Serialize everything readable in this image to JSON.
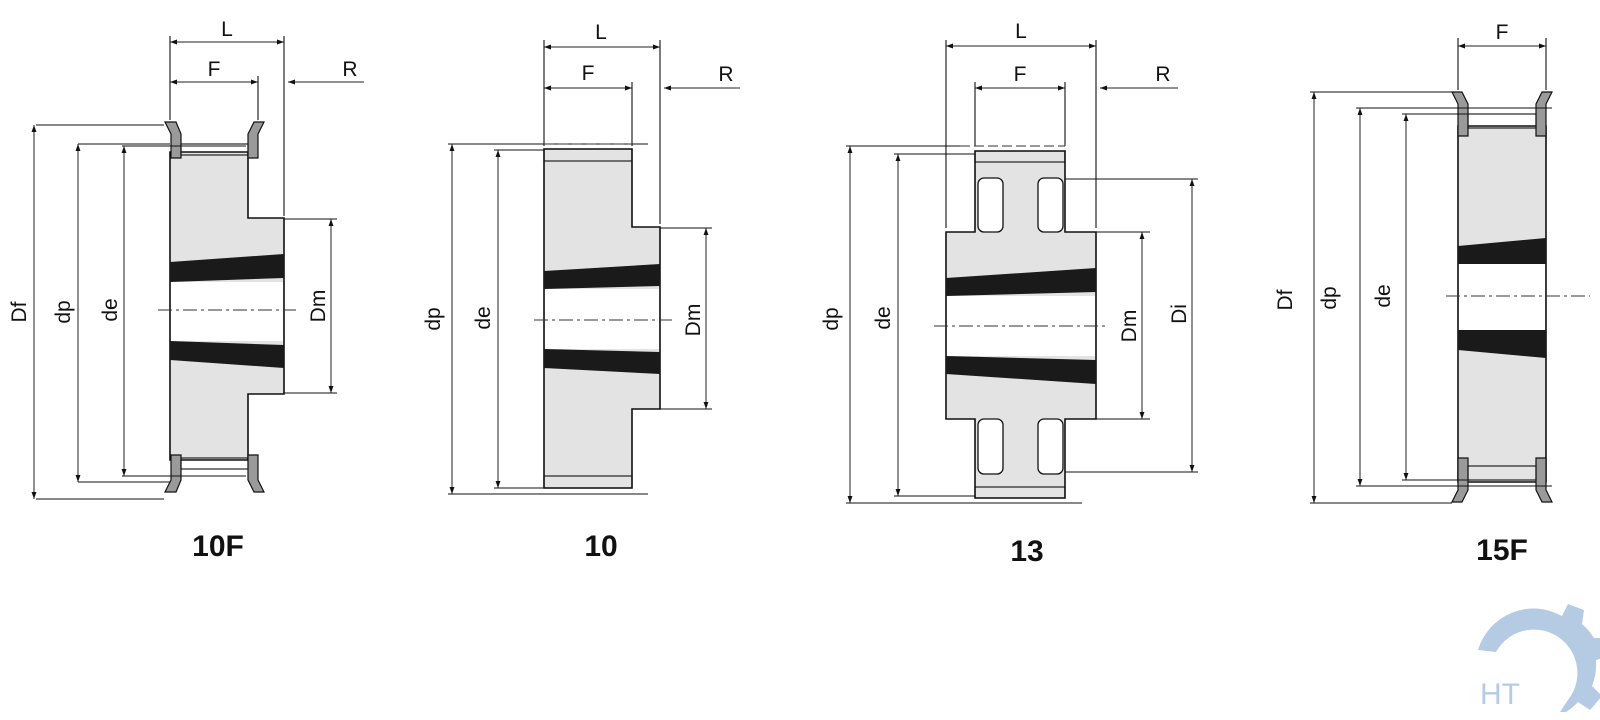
{
  "dimension_labels": {
    "L": "L",
    "F": "F",
    "R": "R",
    "Df": "Df",
    "dp": "dp",
    "de": "de",
    "Dm": "Dm",
    "Di": "Di"
  },
  "pulleys": [
    {
      "caption": "10F"
    },
    {
      "caption": "10"
    },
    {
      "caption": "13"
    },
    {
      "caption": "15F"
    }
  ],
  "logo": {
    "text": "HT",
    "color": "#a9c3e0"
  }
}
